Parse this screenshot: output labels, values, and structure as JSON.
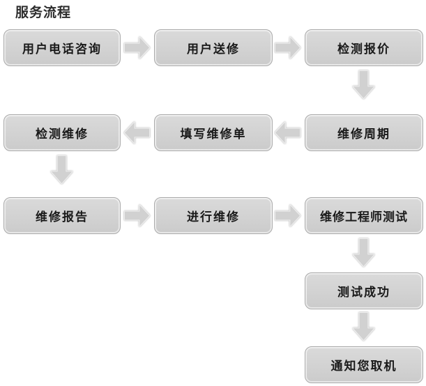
{
  "title": "服务流程",
  "diagram": {
    "type": "flowchart",
    "steps": [
      {
        "label": "用户电话咨询"
      },
      {
        "label": "用户送修"
      },
      {
        "label": "检测报价"
      },
      {
        "label": "维修周期"
      },
      {
        "label": "填写维修单"
      },
      {
        "label": "检测维修"
      },
      {
        "label": "维修报告"
      },
      {
        "label": "进行维修"
      },
      {
        "label": "维修工程师测试"
      },
      {
        "label": "测试成功"
      },
      {
        "label": "通知您取机"
      }
    ],
    "colors": {
      "background": "#ffffff",
      "box_fill": "#d2d2d2",
      "box_border": "#aaaaaa",
      "box_inner_highlight": "#f5f5f5",
      "arrow_fill": "#d1d1d1",
      "arrow_border": "#eeeeee",
      "label_text": "#1a1a1a",
      "title_text": "#2d2d2d"
    },
    "icons": {
      "arrow_right": "→",
      "arrow_left": "←",
      "arrow_down": "↓"
    }
  }
}
